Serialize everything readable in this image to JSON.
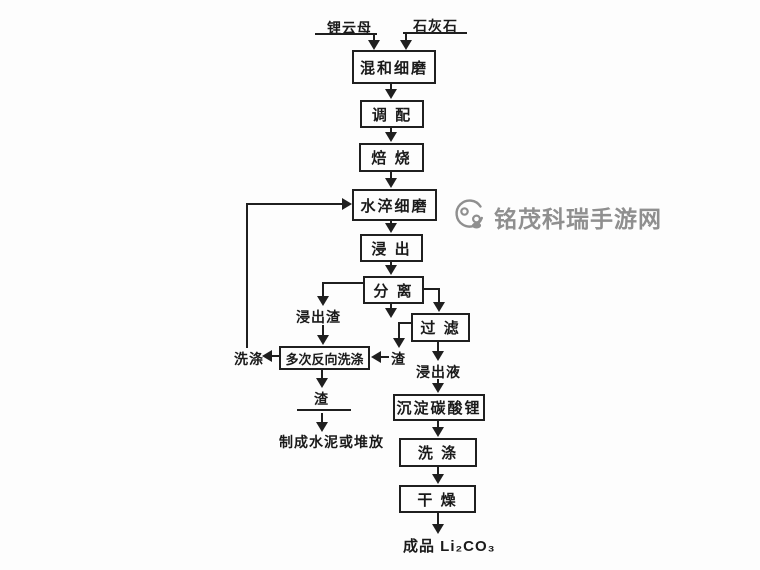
{
  "page": {
    "background": "#fdfdfd",
    "ink_color": "#1f1f1f"
  },
  "watermark": {
    "text": "铭茂科瑞手游网",
    "color": "#8f8f8f",
    "logo_icon": "mascot-circle-logo"
  },
  "inputs": {
    "left": "锂云母",
    "right": "石灰石"
  },
  "boxes": {
    "mix_grind": "混和细磨",
    "blend": "调 配",
    "roast": "焙 烧",
    "quench_grind": "水淬细磨",
    "leach": "浸 出",
    "separate": "分 离",
    "filter": "过 滤",
    "counter_wash": "多次反向洗涤",
    "precipitate": "沉淀碳酸锂",
    "wash": "洗 涤",
    "dry": "干 燥"
  },
  "labels": {
    "leach_residue": "浸出渣",
    "wash_liquid": "洗涤",
    "filter_residue": "渣",
    "final_residue": "渣",
    "cement": "制成水泥或堆放",
    "leachate": "浸出液",
    "product": "成品 Li₂CO₃"
  }
}
